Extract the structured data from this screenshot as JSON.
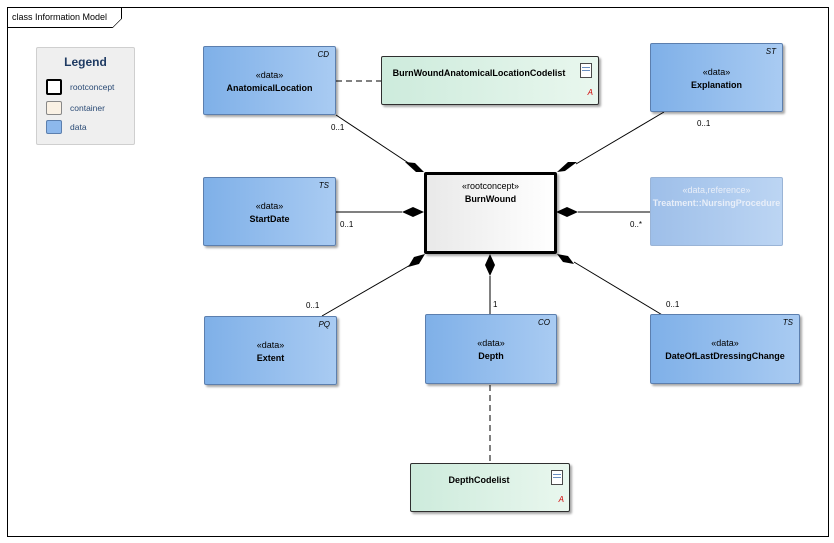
{
  "frame": {
    "title": "class Information Model"
  },
  "legend": {
    "title": "Legend",
    "items": [
      {
        "label": "rootconcept",
        "color": "#ffffff",
        "border": "#000000"
      },
      {
        "label": "container",
        "color": "#faf1e4",
        "border": "#888888"
      },
      {
        "label": "data",
        "color": "#8db8ec",
        "border": "#5c7fae"
      }
    ]
  },
  "elements": {
    "anatomical_location": {
      "stereotype": "«data»",
      "name": "AnatomicalLocation",
      "type_tag": "CD"
    },
    "codelist_location": {
      "name": "BurnWoundAnatomicalLocationCodelist",
      "abstract_mark": "A"
    },
    "explanation": {
      "stereotype": "«data»",
      "name": "Explanation",
      "type_tag": "ST"
    },
    "start_date": {
      "stereotype": "«data»",
      "name": "StartDate",
      "type_tag": "TS"
    },
    "burn_wound": {
      "stereotype": "«rootconcept»",
      "name": "BurnWound"
    },
    "nursing_procedure": {
      "stereotype": "«data,reference»",
      "name": "Treatment::NursingProcedure"
    },
    "extent": {
      "stereotype": "«data»",
      "name": "Extent",
      "type_tag": "PQ"
    },
    "depth": {
      "stereotype": "«data»",
      "name": "Depth",
      "type_tag": "CO"
    },
    "date_last_dressing": {
      "stereotype": "«data»",
      "name": "DateOfLastDressingChange",
      "type_tag": "TS"
    },
    "depth_codelist": {
      "name": "DepthCodelist",
      "abstract_mark": "A"
    }
  },
  "multiplicities": {
    "anatomical_location": "0..1",
    "explanation": "0..1",
    "start_date": "0..1",
    "nursing_procedure": "0..*",
    "extent": "0..1",
    "depth": "1",
    "date_last_dressing": "0..1"
  }
}
